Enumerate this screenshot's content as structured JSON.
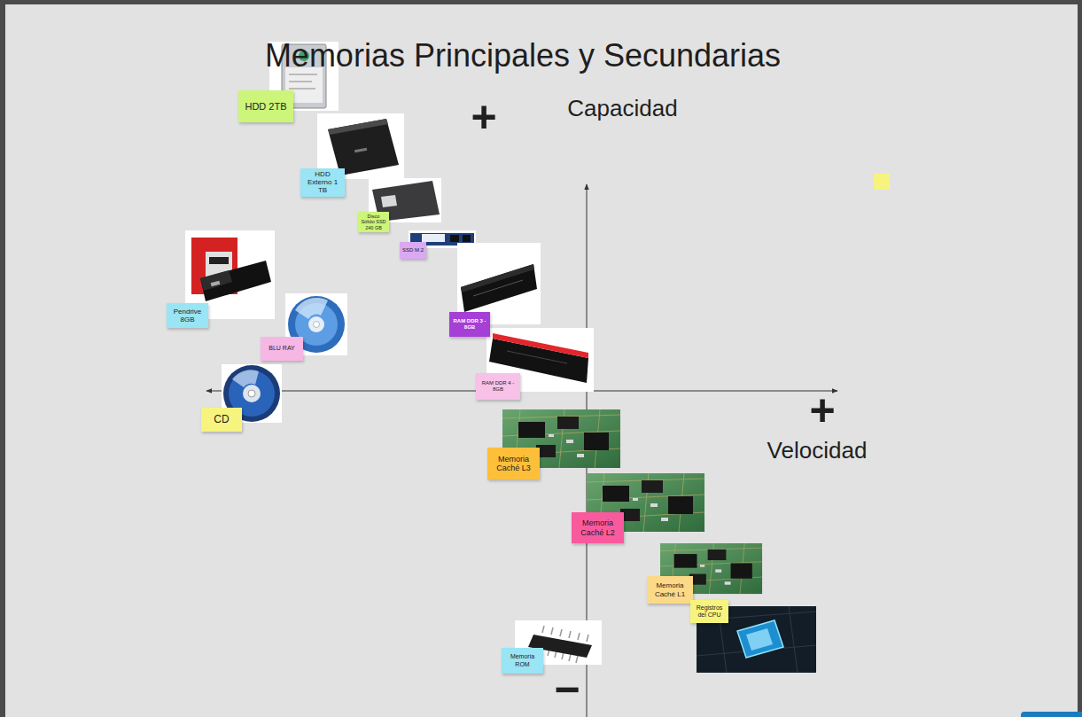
{
  "diagram": {
    "title": "Memorias Principales y Secundarias",
    "nodes": [
      {
        "text": [
          "HDD 2TB"
        ]
      },
      {
        "text": [
          "HDD Externo 1 TB"
        ]
      },
      {
        "text": [
          "Disco Sólido SSD 240 GB"
        ]
      },
      {
        "text": [
          "SSD M.2"
        ]
      },
      {
        "text": [
          "Pendrive 8GB"
        ]
      },
      {
        "text": [
          "RAM DDR 3 - 8GB"
        ]
      },
      {
        "text": [
          "BLU RAY"
        ]
      },
      {
        "text": [
          "RAM DDR 4 - 8GB"
        ]
      },
      {
        "text": [
          "CD"
        ]
      },
      {
        "text": [
          "Memoria Caché L3"
        ]
      },
      {
        "text": [
          "Memoria Caché L2"
        ]
      },
      {
        "text": [
          "Memoria Caché L1"
        ]
      },
      {
        "text": [
          "Registros del CPU"
        ]
      },
      {
        "text": [
          "Memoria ROM"
        ]
      }
    ],
    "labels": [
      "+",
      "Capacidad",
      "+",
      "Velocidad",
      "−"
    ]
  }
}
